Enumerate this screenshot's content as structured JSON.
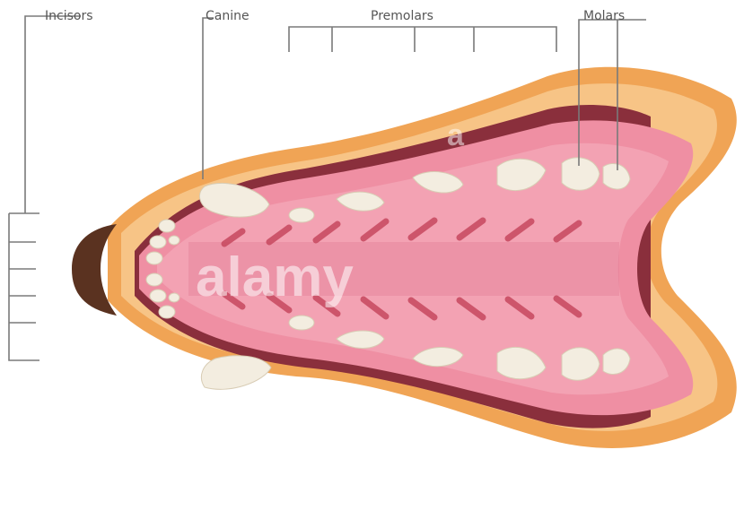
{
  "labels": {
    "incisors": "Incisors",
    "canine": "Canine",
    "premolars": "Premolars",
    "molars": "Molars"
  },
  "watermark": {
    "brand": "alamy",
    "mark": "a"
  },
  "colors": {
    "skin_outer": "#f0a455",
    "skin_inner": "#f7c486",
    "nose": "#5a3220",
    "gum_dark": "#8a2f3c",
    "palate": "#ef8fa3",
    "palate_light": "#f6b3c1",
    "ridge": "#c7485f",
    "tooth": "#f3ede0",
    "label_text": "#555555",
    "bracket": "#7a7a7a"
  }
}
